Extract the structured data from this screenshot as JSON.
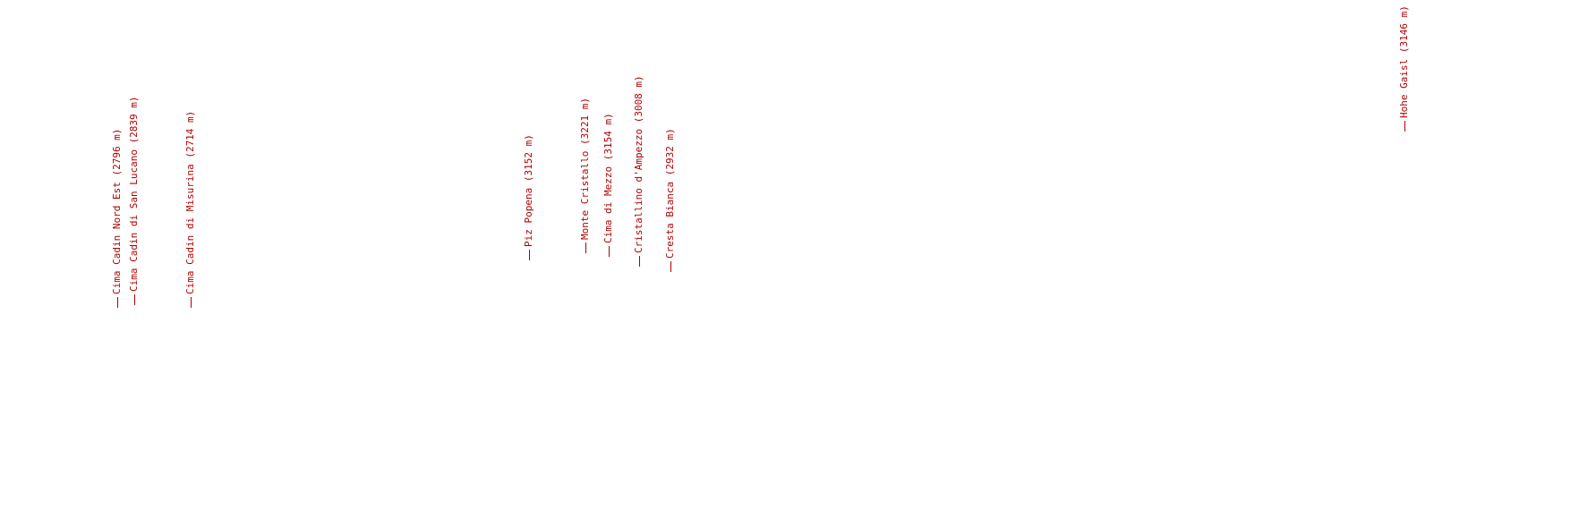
{
  "label_color": "#b00000",
  "peaks": [
    {
      "name": "Cima Cadin Nord Est (2796 m)"
    },
    {
      "name": "Cima Cadin di San Lucano (2839 m)"
    },
    {
      "name": "Cima Cadin di Misurina (2714 m)"
    },
    {
      "name": "Piz Popena (3152 m)"
    },
    {
      "name": "Monte Cristallo (3221 m)"
    },
    {
      "name": "Cima di Mezzo (3154 m)"
    },
    {
      "name": "Cristallino d'Ampezzo (3008 m)"
    },
    {
      "name": "Cresta Bianca (2932 m)"
    },
    {
      "name": "Hohe Gaisl (3146 m)"
    }
  ]
}
